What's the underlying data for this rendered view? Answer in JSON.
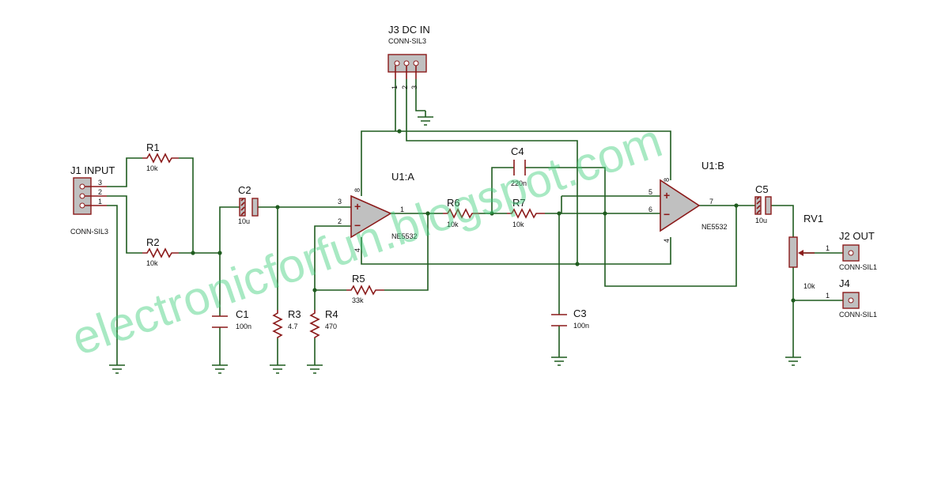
{
  "watermark": "electronicforfun.blogspot.com",
  "components": {
    "J1": {
      "ref": "J1 INPUT",
      "value": "CONN-SIL3",
      "pins": [
        "3",
        "2",
        "1"
      ]
    },
    "J2": {
      "ref": "J2 OUT",
      "value": "CONN-SIL1",
      "pin": "1"
    },
    "J3": {
      "ref": "J3 DC IN",
      "value": "CONN-SIL3",
      "pins": [
        "1",
        "2",
        "3"
      ]
    },
    "J4": {
      "ref": "J4",
      "value": "CONN-SIL1",
      "pin": "1"
    },
    "R1": {
      "ref": "R1",
      "value": "10k"
    },
    "R2": {
      "ref": "R2",
      "value": "10k"
    },
    "R3": {
      "ref": "R3",
      "value": "4.7"
    },
    "R4": {
      "ref": "R4",
      "value": "470"
    },
    "R5": {
      "ref": "R5",
      "value": "33k"
    },
    "R6": {
      "ref": "R6",
      "value": "10k"
    },
    "R7": {
      "ref": "R7",
      "value": "10k"
    },
    "RV1": {
      "ref": "RV1",
      "value": "10k"
    },
    "C1": {
      "ref": "C1",
      "value": "100n"
    },
    "C2": {
      "ref": "C2",
      "value": "10u"
    },
    "C3": {
      "ref": "C3",
      "value": "100n"
    },
    "C4": {
      "ref": "C4",
      "value": "220n"
    },
    "C5": {
      "ref": "C5",
      "value": "10u"
    },
    "U1A": {
      "ref": "U1:A",
      "value": "NE5532",
      "pins": {
        "noninv": "3",
        "inv": "2",
        "out": "1",
        "vcc": "8",
        "vee": "4"
      }
    },
    "U1B": {
      "ref": "U1:B",
      "value": "NE5532",
      "pins": {
        "noninv": "5",
        "inv": "6",
        "out": "7",
        "vcc": "8",
        "vee": "4"
      }
    }
  },
  "opamp_signs": {
    "plus": "+",
    "minus": "−"
  },
  "colors": {
    "wire": "#1f5c1f",
    "device": "#8b1a1a",
    "connector_fill": "#c0c0c0",
    "watermark": "#3ecf7a"
  }
}
